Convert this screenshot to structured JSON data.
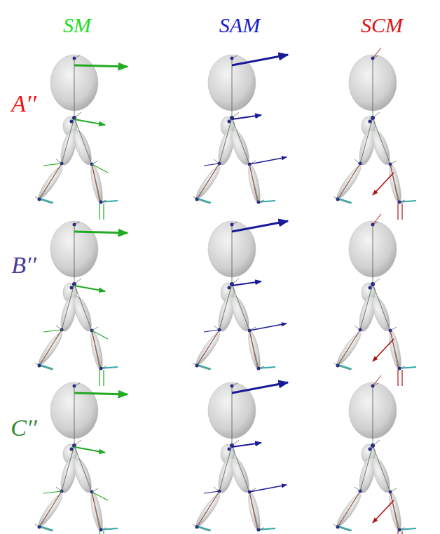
{
  "diagram": {
    "labels": [
      "SM",
      "SAM",
      "SCM",
      "A′′",
      "B′′",
      "C′′"
    ]
  }
}
